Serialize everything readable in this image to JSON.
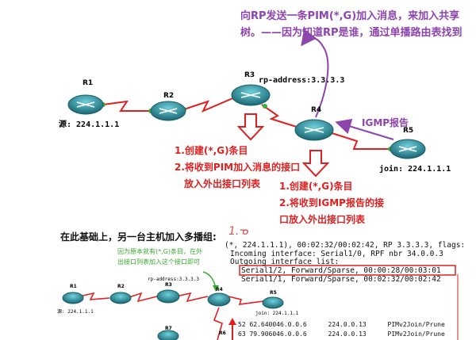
{
  "top_note": {
    "line1": "向RP发送一条PIM(*,G)加入消息，来加入共享",
    "line2": "树。——因为知道RP是谁，通过单播路由表找到"
  },
  "routers": {
    "r1": "R1",
    "r2": "R2",
    "r3": "R3",
    "r4": "R4",
    "r5": "R5"
  },
  "labels": {
    "rp_address": "rp-address:3.3.3.3",
    "source": "源: 224.1.1.1",
    "join": "join: 224.1.1.1",
    "igmp_report": "IGMP报告"
  },
  "r3_notes": {
    "line1": "1.创建(*,G)条目",
    "line2": "2.将收到PIM加入消息的接口",
    "line3": "放入外出接口列表"
  },
  "r4_notes": {
    "line1": "1.创建(*,G)条目",
    "line2": "2.将收到IGMP报告的接",
    "line3": "口放入外出接口列表"
  },
  "bottom": {
    "heading": "在此基础上，另一台主机加入多播组:",
    "green_note_line1": "因为原本就有(*,G)条目，在外",
    "green_note_line2": "出接口列表加入这个接口即可",
    "handwriting": "1.ᓀ",
    "small_routers": {
      "r1": "R1",
      "r2": "R2",
      "r3": "R3",
      "r4": "R4",
      "r5": "R5",
      "r7": "R7",
      "r6": "R6"
    },
    "small_rp": "rp-address:3.3.3.3",
    "small_source": "源: 224.1.1.1",
    "small_join": "join: 224.1.1.1"
  },
  "cli": {
    "line1": "(*, 224.1.1.1), 00:02:32/00:02:42, RP 3.3.3.3, flags:",
    "line2": "Incoming interface: Serial1/0, RPF nbr 34.0.0.3",
    "line3": "Outgoing interface list:",
    "line4": "Serial1/2, Forward/Sparse, 00:00:28/00:03:01",
    "line5": "Serial1/1, Forward/Sparse, 00:02:32/00:02:42"
  },
  "packets": [
    {
      "no": "52",
      "time": "62.640046.0.0.6",
      "dst": "224.0.0.13",
      "proto": "PIMv2",
      "info": "Join/Prune"
    },
    {
      "no": "63",
      "time": "79.906046.0.0.6",
      "dst": "224.0.0.13",
      "proto": "PIMv2",
      "info": "Join/Prune"
    }
  ],
  "colors": {
    "purple": "#8e44ad",
    "red": "#e02020",
    "router": "#2f8d9a",
    "link": "#e02020",
    "green": "#3aa830"
  }
}
